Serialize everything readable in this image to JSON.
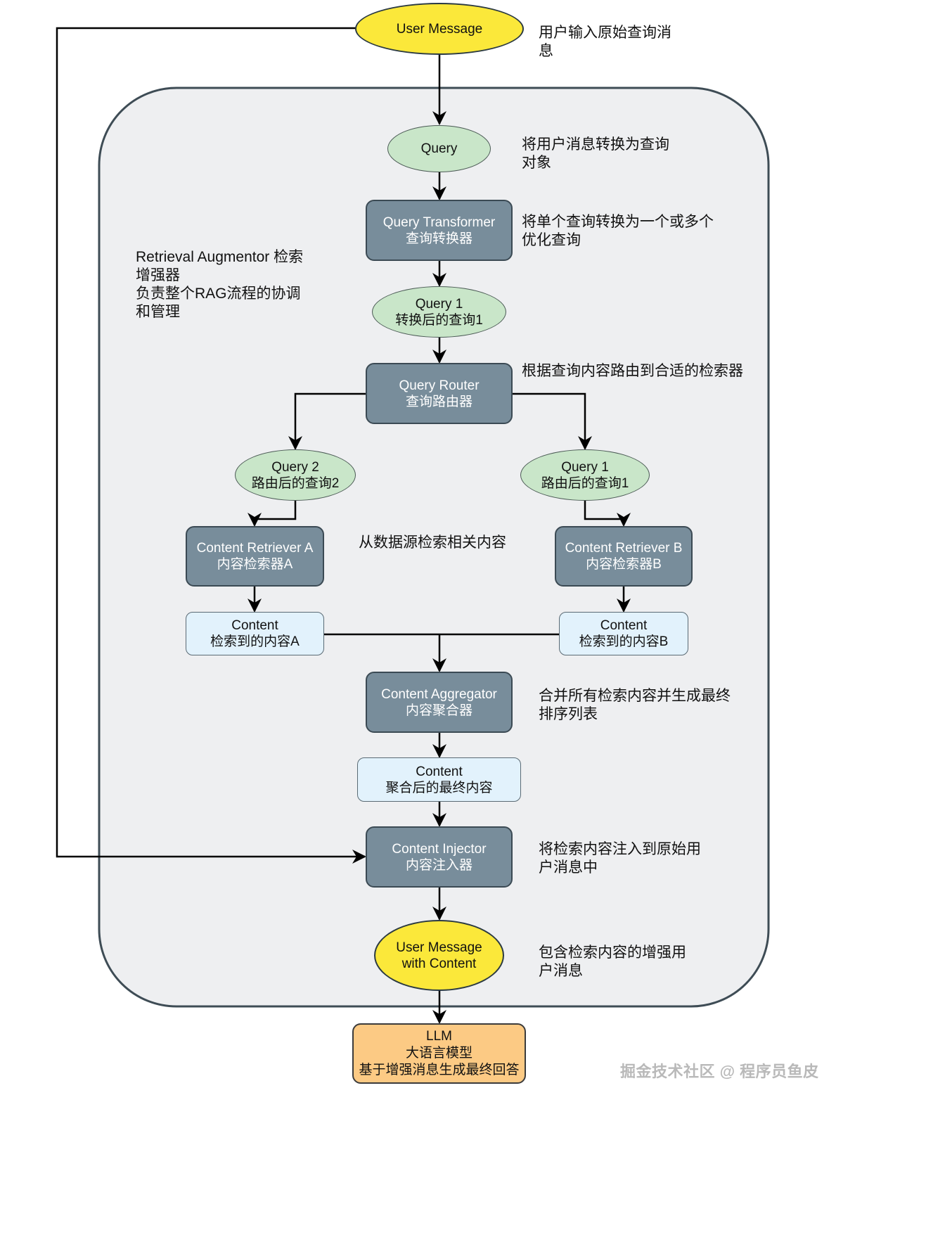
{
  "container": {
    "label_line1": "Retrieval Augmentor 检索",
    "label_line2": "增强器",
    "label_line3": "负责整个RAG流程的协调",
    "label_line4": "和管理"
  },
  "nodes": {
    "user_message": {
      "line1": "User Message"
    },
    "query": {
      "line1": "Query"
    },
    "query_transformer": {
      "line1": "Query Transformer",
      "line2": "查询转换器"
    },
    "query1_transformed": {
      "line1": "Query 1",
      "line2": "转换后的查询1"
    },
    "query_router": {
      "line1": "Query Router",
      "line2": "查询路由器"
    },
    "query2_routed": {
      "line1": "Query 2",
      "line2": "路由后的查询2"
    },
    "query1_routed": {
      "line1": "Query 1",
      "line2": "路由后的查询1"
    },
    "retriever_a": {
      "line1": "Content Retriever A",
      "line2": "内容检索器A"
    },
    "retriever_b": {
      "line1": "Content Retriever B",
      "line2": "内容检索器B"
    },
    "content_a": {
      "line1": "Content",
      "line2": "检索到的内容A"
    },
    "content_b": {
      "line1": "Content",
      "line2": "检索到的内容B"
    },
    "aggregator": {
      "line1": "Content Aggregator",
      "line2": "内容聚合器"
    },
    "content_final": {
      "line1": "Content",
      "line2": "聚合后的最终内容"
    },
    "injector": {
      "line1": "Content Injector",
      "line2": "内容注入器"
    },
    "user_message_with_content": {
      "line1": "User Message",
      "line2": "with Content"
    },
    "llm": {
      "line1": "LLM",
      "line2": "大语言模型",
      "line3": "基于增强消息生成最终回答"
    }
  },
  "notes": {
    "user_message": {
      "line1": "用户输入原始查询消",
      "line2": "息"
    },
    "query": {
      "line1": "将用户消息转换为查询",
      "line2": "对象"
    },
    "transformer": {
      "line1": "将单个查询转换为一个或多个",
      "line2": "优化查询"
    },
    "router": {
      "line1": "根据查询内容路由到合适的检索器"
    },
    "retrievers": {
      "line1": "从数据源检索相关内容"
    },
    "aggregator": {
      "line1": "合并所有检索内容并生成最终",
      "line2": "排序列表"
    },
    "injector": {
      "line1": "将检索内容注入到原始用",
      "line2": "户消息中"
    },
    "user_message_with_content": {
      "line1": "包含检索内容的增强用",
      "line2": "户消息"
    }
  },
  "watermark": "掘金技术社区 @ 程序员鱼皮",
  "colors": {
    "yellow": "#fbe83a",
    "green": "#c9e6c9",
    "gray_box": "#788d9b",
    "light_box": "#e2f2fc",
    "orange": "#fcca84",
    "container_bg": "#eeeff1",
    "container_border": "#3e4c55"
  }
}
